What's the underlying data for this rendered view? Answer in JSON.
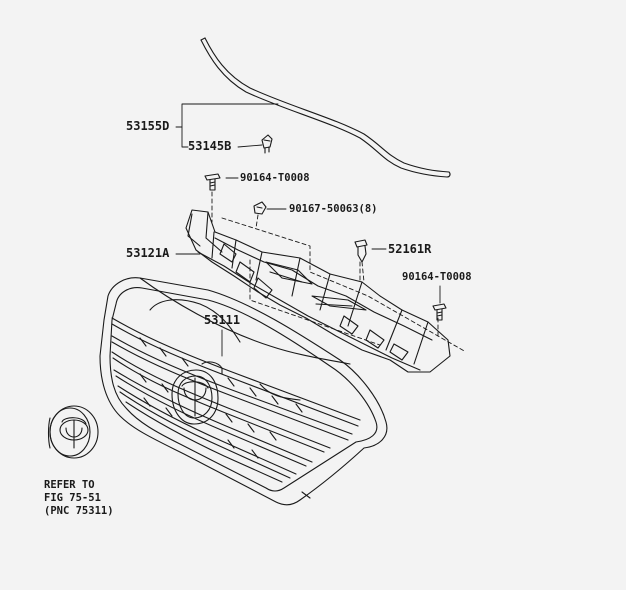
{
  "parts": {
    "p53155d": "53155D",
    "p53145b": "53145B",
    "p90164a": "90164-T0008",
    "p90167": "90167-50063(8)",
    "p53121a": "53121A",
    "p52161r": "52161R",
    "p90164b": "90164-T0008",
    "p53111": "53111"
  },
  "note": {
    "line1": "REFER TO",
    "line2": "FIG 75-51",
    "line3": "(PNC 75311)"
  },
  "colors": {
    "background": "#f3f3f3",
    "ink": "#1a1a1a"
  }
}
